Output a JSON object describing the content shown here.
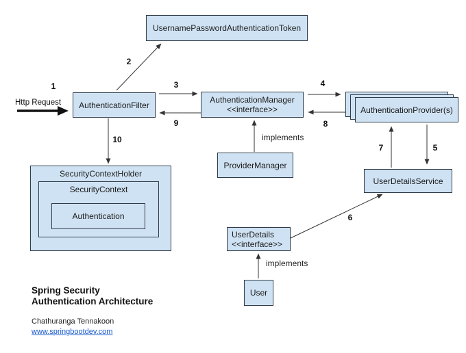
{
  "diagram": {
    "http_request_label": "Http Request",
    "boxes": {
      "token": "UsernamePasswordAuthenticationToken",
      "filter": "AuthenticationFilter",
      "manager_line1": "AuthenticationManager",
      "manager_line2": "<<interface>>",
      "providers": "AuthenticationProvider(s)",
      "provider_manager": "ProviderManager",
      "user_details_service": "UserDetailsService",
      "user_details_line1": "UserDetails",
      "user_details_line2": "<<interface>>",
      "user": "User",
      "security_context_holder": "SecurityContextHolder",
      "security_context": "SecurityContext",
      "authentication": "Authentication"
    },
    "step_labels": {
      "s1": "1",
      "s2": "2",
      "s3": "3",
      "s4": "4",
      "s5": "5",
      "s6": "6",
      "s7": "7",
      "s8": "8",
      "s9": "9",
      "s10": "10"
    },
    "implements_manager": "implements",
    "implements_user": "implements"
  },
  "footer": {
    "title_line1": "Spring Security",
    "title_line2": "Authentication Architecture",
    "author": "Chathuranga Tennakoon",
    "link": "www.springbootdev.com"
  },
  "colors": {
    "box_fill": "#cfe2f3",
    "box_border": "#2f3b47",
    "line": "#333333",
    "link": "#1155cc"
  }
}
